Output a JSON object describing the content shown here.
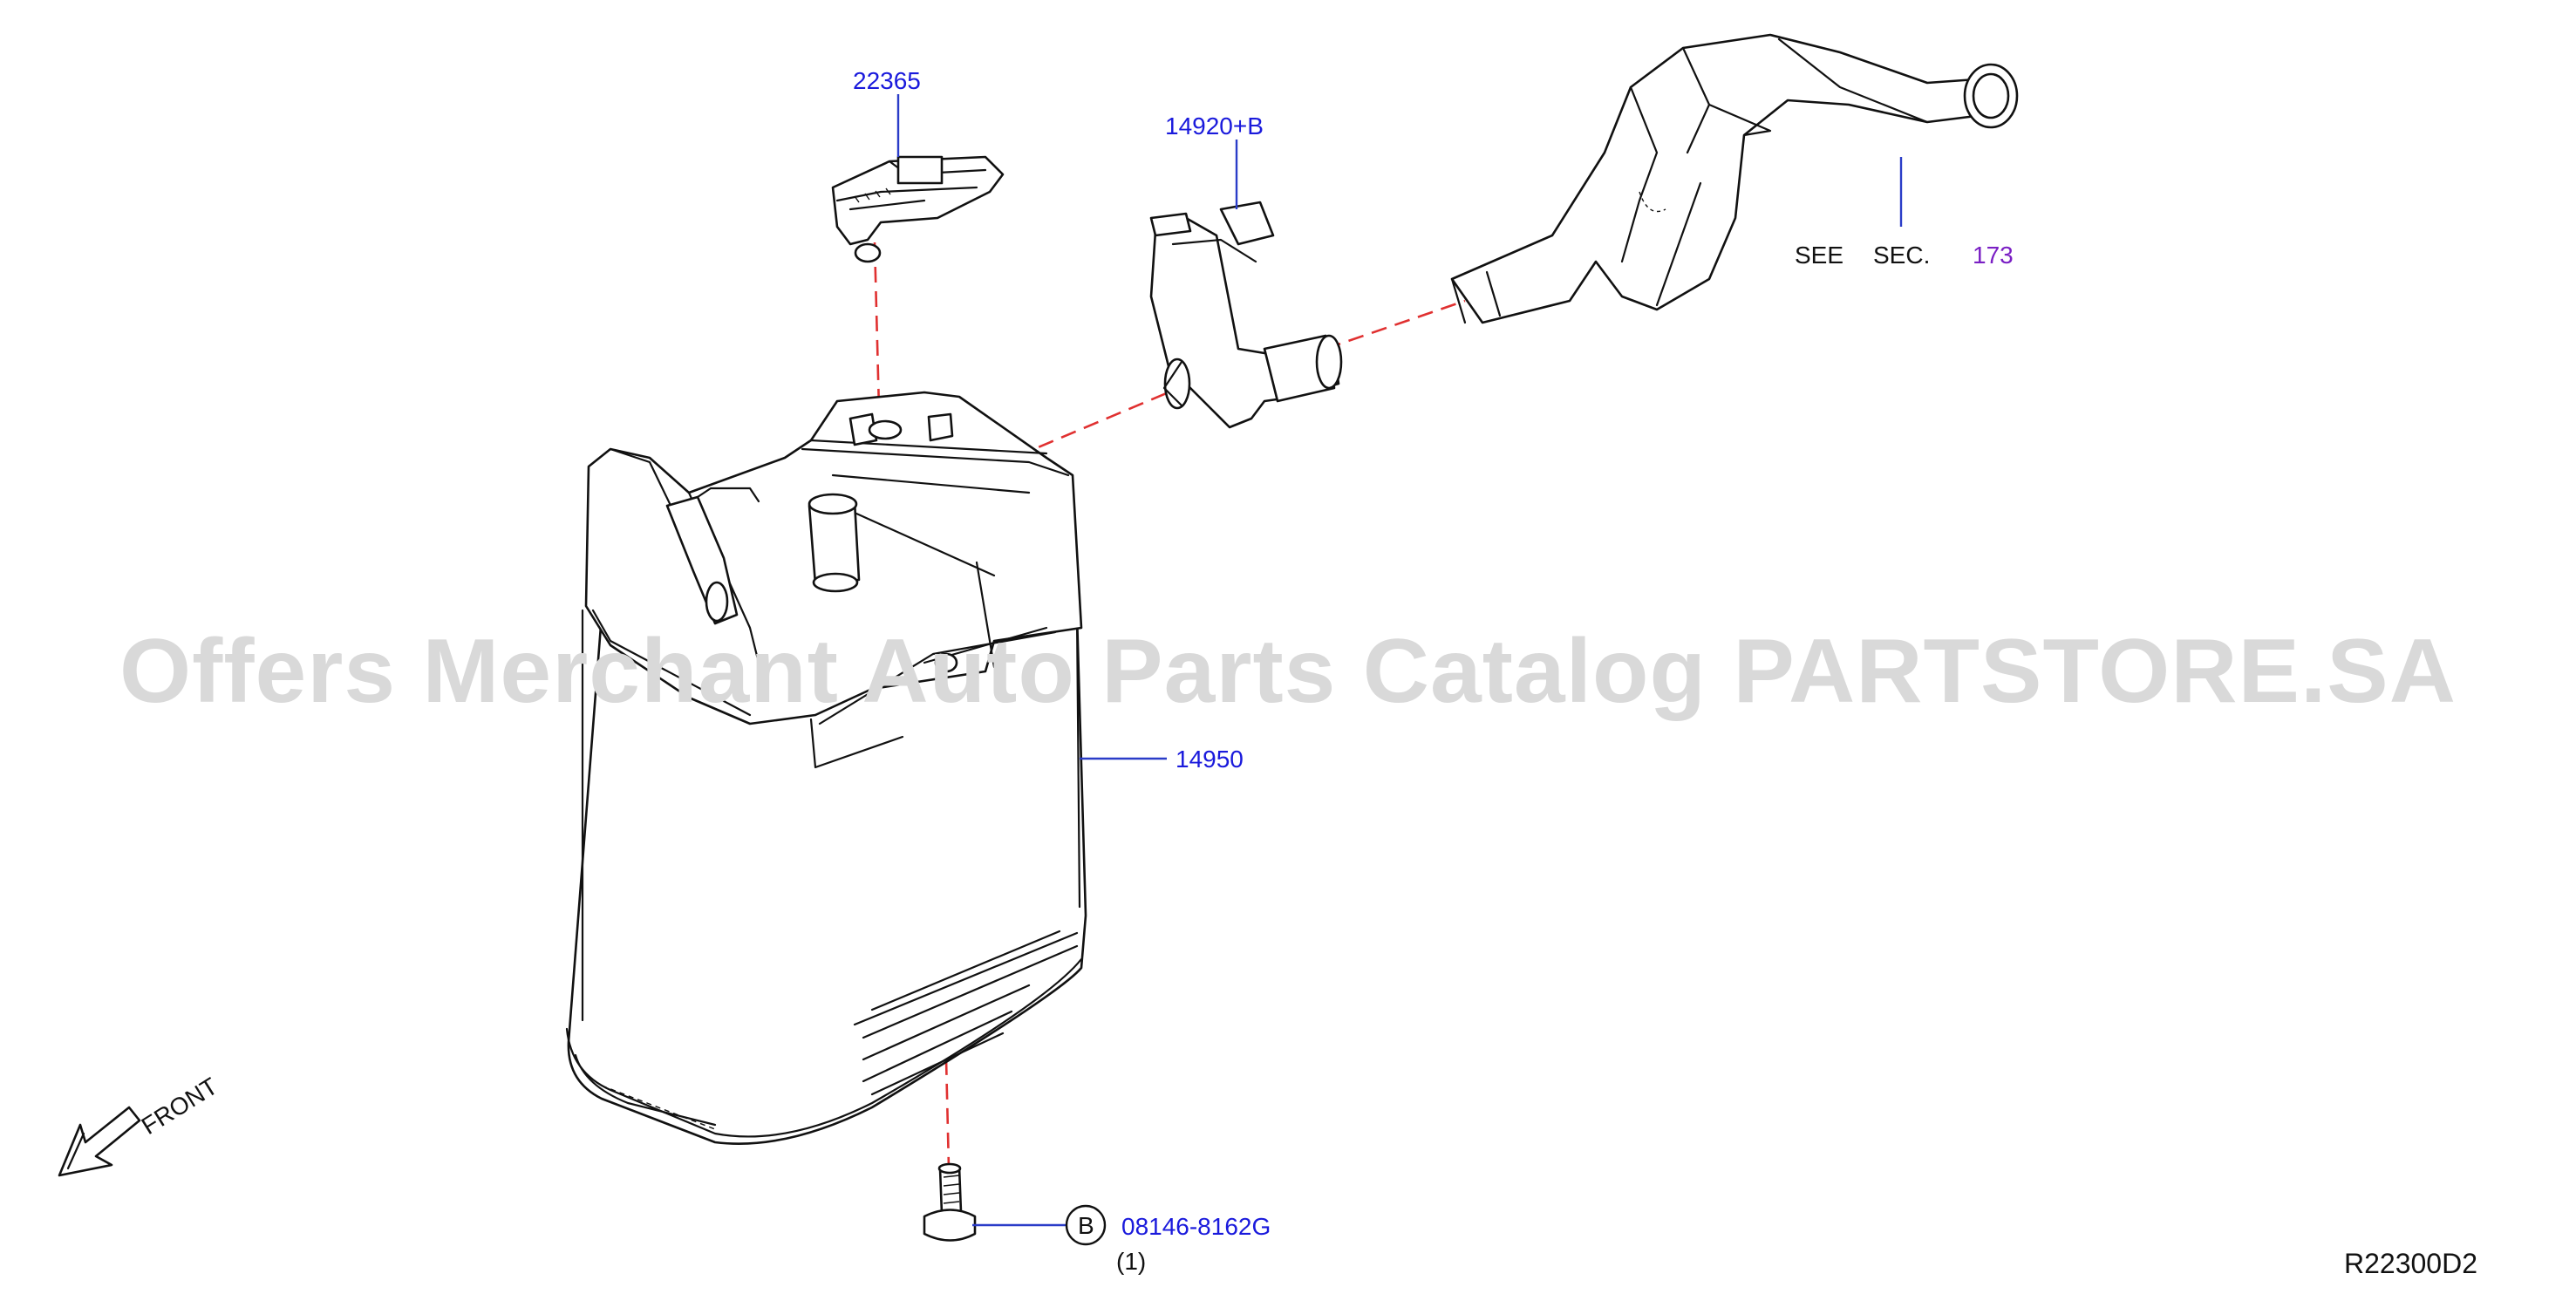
{
  "watermark": "Offers Merchant Auto Parts Catalog PARTSTORE.SA",
  "labels": {
    "sensor": "22365",
    "valve": "14920+B",
    "canister": "14950",
    "see": "SEE",
    "sec": "SEC.",
    "sec_number": "173",
    "bolt_callout": "B",
    "bolt_part": "08146-8162G",
    "bolt_qty": "(1)",
    "front": "FRONT",
    "diagram_ref": "R22300D2"
  },
  "colors": {
    "part_number": "#1a1adc",
    "section_number": "#7a1fc4",
    "dashed_line": "#e03030",
    "leader": "#2a3cc8"
  }
}
